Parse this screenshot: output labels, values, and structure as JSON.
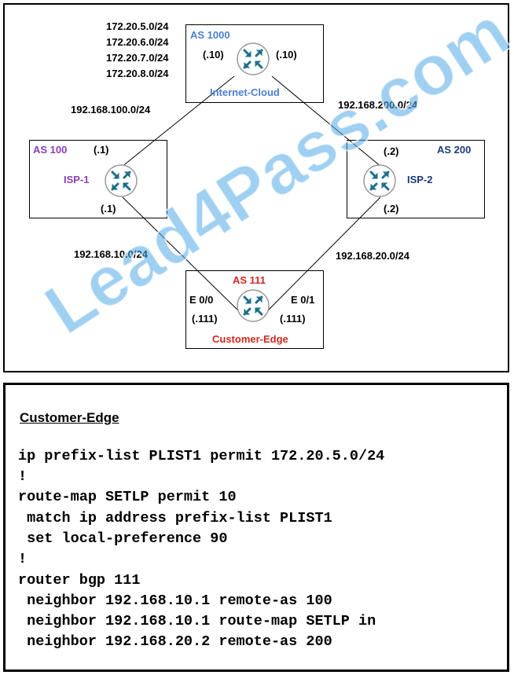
{
  "diagram": {
    "as_boxes": {
      "as1000": {
        "label": "AS 1000",
        "color": "#4a7fd0"
      },
      "as100": {
        "label": "AS 100",
        "color": "#8a3fb5"
      },
      "as200": {
        "label": "AS 200",
        "color": "#1c3a7a"
      },
      "as111": {
        "label": "AS 111",
        "color": "#d0281e"
      }
    },
    "routers": {
      "internet_cloud": {
        "name": "Internet-Cloud",
        "color": "#4a7fd0",
        "left_ip": "(.10)",
        "right_ip": "(.10)"
      },
      "isp1": {
        "name": "ISP-1",
        "color": "#8a3fb5",
        "top_ip": "(.1)",
        "bottom_ip": "(.1)"
      },
      "isp2": {
        "name": "ISP-2",
        "color": "#1c3a7a",
        "top_ip": "(.2)",
        "bottom_ip": "(.2)"
      },
      "customer_edge": {
        "name": "Customer-Edge",
        "color": "#d0281e",
        "left_if": "E 0/0",
        "left_ip": "(.111)",
        "right_if": "E 0/1",
        "right_ip": "(.111)"
      }
    },
    "prefixes": [
      "172.20.5.0/24",
      "172.20.6.0/24",
      "172.20.7.0/24",
      "172.20.8.0/24"
    ],
    "links": {
      "cloud_isp1": "192.168.100.0/24",
      "cloud_isp2": "192.168.200.0/24",
      "isp1_ce": "192.168.10.0/24",
      "isp2_ce": "192.168.20.0/24"
    },
    "router_icon_color": "#1e6f8a"
  },
  "config": {
    "title": "Customer-Edge",
    "lines": [
      "ip prefix-list PLIST1 permit 172.20.5.0/24",
      "!",
      "route-map SETLP permit 10",
      " match ip address prefix-list PLIST1",
      " set local-preference 90",
      "!",
      "router bgp 111",
      " neighbor 192.168.10.1 remote-as 100",
      " neighbor 192.168.10.1 route-map SETLP in",
      " neighbor 192.168.20.2 remote-as 200"
    ]
  },
  "watermark": "Lead4Pass.com"
}
